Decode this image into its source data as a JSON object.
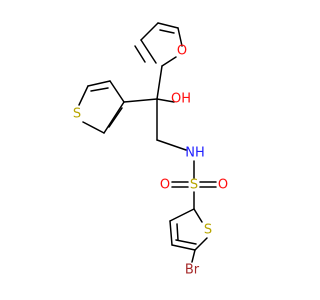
{
  "molecule": {
    "atom_colors": {
      "O": "#ff0d0d",
      "S": "#b8a600",
      "N": "#2020ff",
      "Br": "#a62929",
      "C": "#000000"
    },
    "labels": {
      "furan_o": "O",
      "hydroxyl": "OH",
      "thiophene3_s": "S",
      "amine": "NH",
      "sulfonyl_s": "S",
      "sulfonyl_o_left": "O",
      "sulfonyl_o_right": "O",
      "thiophene2_s": "S",
      "bromine": "Br"
    }
  }
}
